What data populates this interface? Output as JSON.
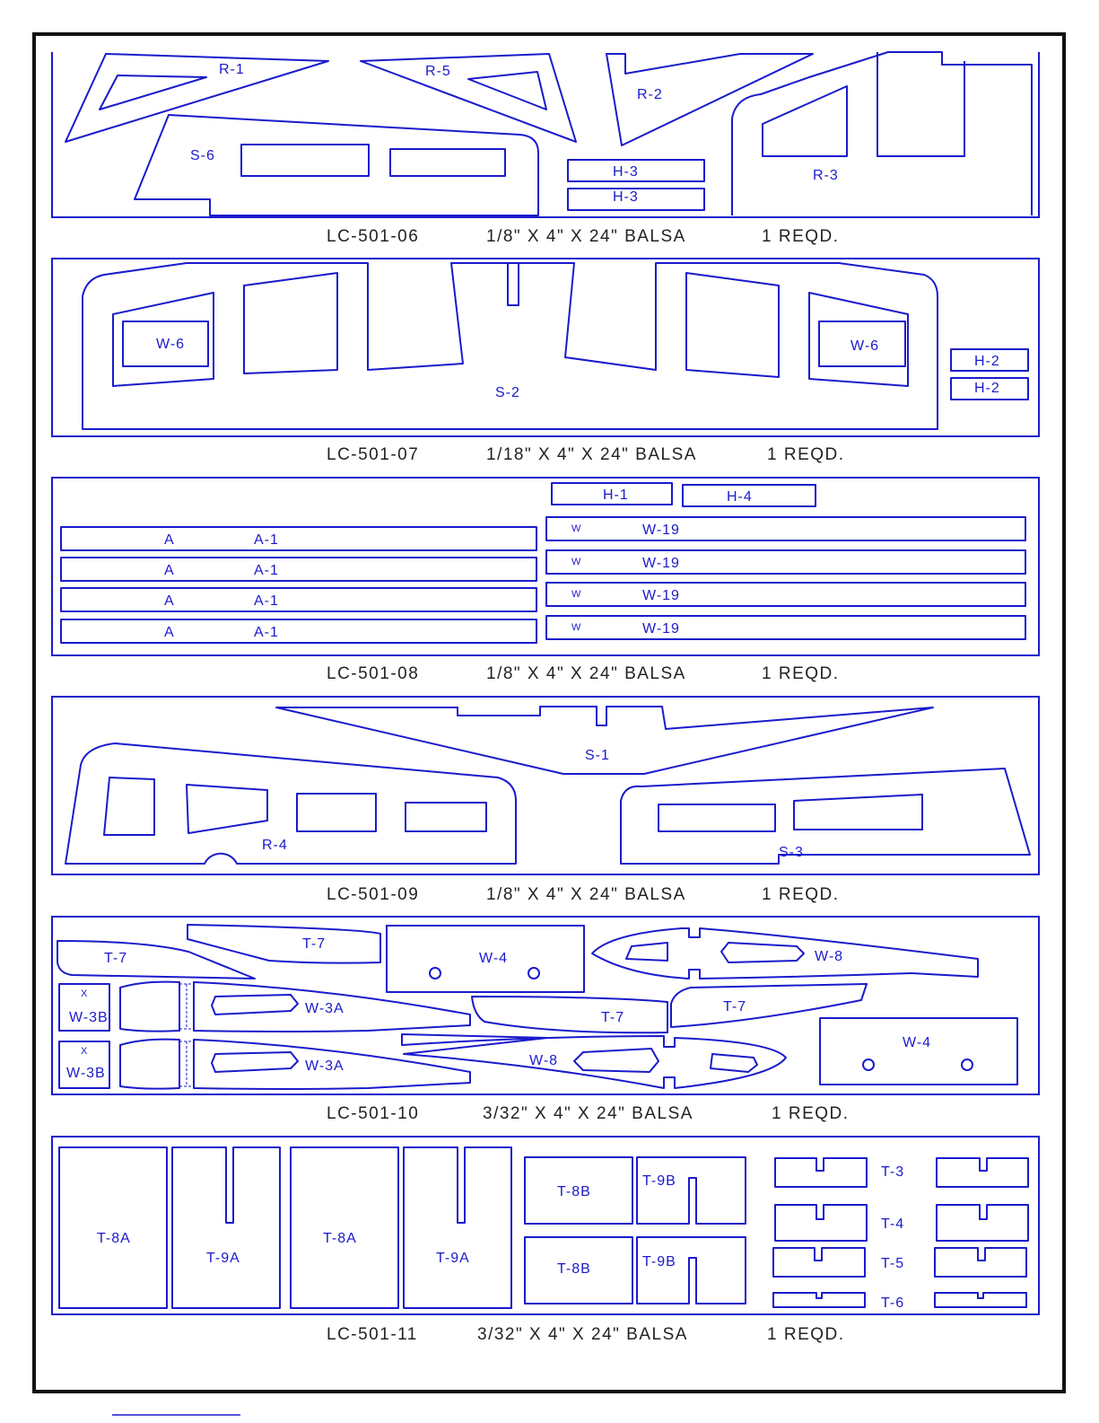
{
  "sheets": [
    {
      "code": "LC-501-06",
      "material": "1/8\"  X  4\"  X  24\"  BALSA",
      "qty": "1  REQD."
    },
    {
      "code": "LC-501-07",
      "material": "1/18\"  X  4\"  X  24\"  BALSA",
      "qty": "1  REQD."
    },
    {
      "code": "LC-501-08",
      "material": "1/8\"  X  4\"  X  24\"  BALSA",
      "qty": "1  REQD."
    },
    {
      "code": "LC-501-09",
      "material": "1/8\"  X  4\"  X  24\"  BALSA",
      "qty": "1  REQD."
    },
    {
      "code": "LC-501-10",
      "material": "3/32\"  X  4\"  X  24\"  BALSA",
      "qty": "1  REQD."
    },
    {
      "code": "LC-501-11",
      "material": "3/32\"  X  4\"  X  24\"  BALSA",
      "qty": "1  REQD."
    }
  ],
  "parts": {
    "r1": "R-1",
    "r5": "R-5",
    "r2": "R-2",
    "r3": "R-3",
    "s6": "S-6",
    "h3": "H-3",
    "w6": "W-6",
    "s2": "S-2",
    "h2": "H-2",
    "h1": "H-1",
    "h4": "H-4",
    "a": "A",
    "a1": "A-1",
    "w": "W",
    "w19": "W-19",
    "s1": "S-1",
    "r4": "R-4",
    "s3": "S-3",
    "t7": "T-7",
    "w4": "W-4",
    "w8": "W-8",
    "x": "X",
    "w3b": "W-3B",
    "w3a": "W-3A",
    "t8a": "T-8A",
    "t9a": "T-9A",
    "t8b": "T-8B",
    "t9b": "T-9B",
    "t3": "T-3",
    "t4": "T-4",
    "t5": "T-5",
    "t6": "T-6"
  }
}
